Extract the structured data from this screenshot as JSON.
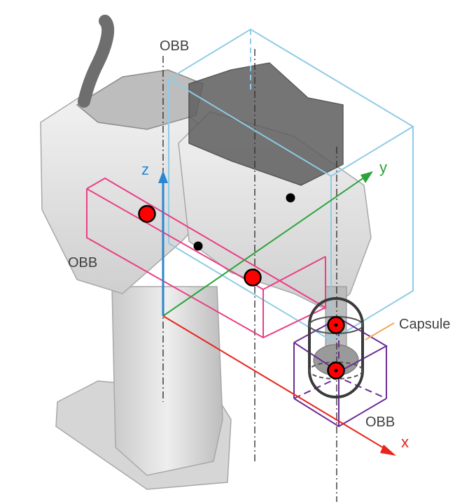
{
  "labels": {
    "obb_top": "OBB",
    "obb_left": "OBB",
    "obb_bottom": "OBB",
    "capsule": "Capsule"
  },
  "axes": {
    "x": "x",
    "y": "y",
    "z": "z"
  },
  "colors": {
    "x_axis": "#e8241c",
    "y_axis": "#2aa33a",
    "z_axis": "#2a86d0",
    "obb_pink": "#ea3e86",
    "obb_blue": "#8fcbe6",
    "obb_purple": "#6a2d96",
    "capsule": "#3a3a3a",
    "capsule_leader": "#f2a85a",
    "sphere_red": "#ff0000",
    "robot_body": "#d9d9d9"
  }
}
